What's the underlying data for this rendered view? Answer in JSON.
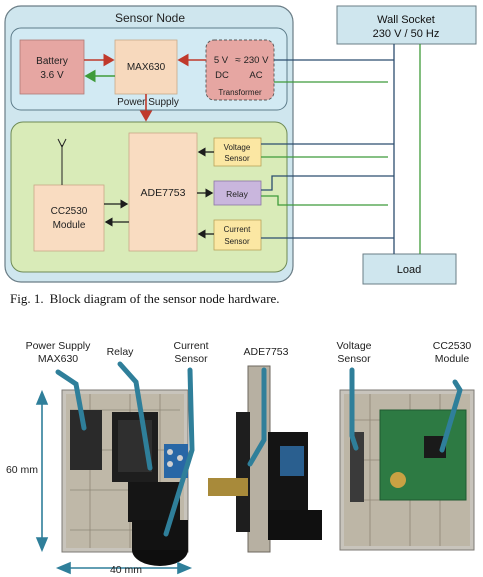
{
  "diagram": {
    "sensor_node_title": "Sensor Node",
    "battery_line1": "Battery",
    "battery_line2": "3.6 V",
    "max630": "MAX630",
    "transformer_left": "5 V",
    "transformer_eq": "≈",
    "transformer_right": "230 V",
    "transformer_dc": "DC",
    "transformer_ac": "AC",
    "transformer_caption": "Transformer",
    "power_supply": "Power Supply",
    "ade7753": "ADE7753",
    "cc2530_line1": "CC2530",
    "cc2530_line2": "Module",
    "voltage_sensor_line1": "Voltage",
    "voltage_sensor_line2": "Sensor",
    "relay": "Relay",
    "current_sensor_line1": "Current",
    "current_sensor_line2": "Sensor",
    "wall_socket_line1": "Wall Socket",
    "wall_socket_line2": "230 V / 50 Hz",
    "load": "Load"
  },
  "caption": {
    "fig_label": "Fig. 1.",
    "text": "Block diagram of the sensor node hardware."
  },
  "photo": {
    "label_power_supply_line1": "Power Supply",
    "label_power_supply_line2": "MAX630",
    "label_relay": "Relay",
    "label_current_line1": "Current",
    "label_current_line2": "Sensor",
    "label_ade": "ADE7753",
    "label_voltage_line1": "Voltage",
    "label_voltage_line2": "Sensor",
    "label_cc_line1": "CC2530",
    "label_cc_line2": "Module",
    "dim_height": "60 mm",
    "dim_width": "40 mm"
  },
  "colors": {
    "outer_fill": "#cfe6ee",
    "power_fill": "#d2eaf3",
    "sensing_fill": "#d9ebb8",
    "battery_fill": "#e6a6a2",
    "max_fill": "#f7d9bd",
    "ade_fill": "#f9dcc1",
    "sensor_fill": "#fbe7a3",
    "relay_fill": "#c9b6dd",
    "wall_fill": "#cfe6ee",
    "line_blue": "#2c4d6f",
    "line_green": "#3f9b3a",
    "arrow_red": "#c0392b",
    "callout_teal": "#2f7f9a"
  }
}
